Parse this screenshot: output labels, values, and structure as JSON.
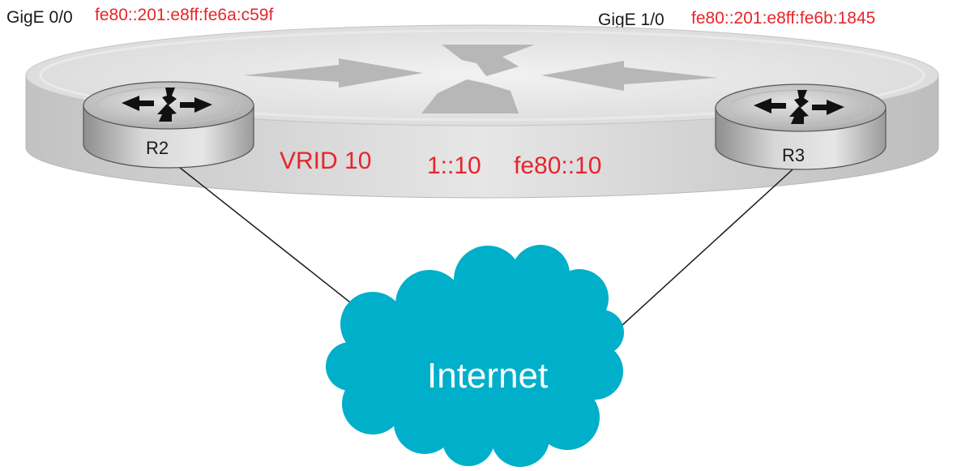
{
  "left_interface": {
    "name": "GigE 0/0",
    "address": "fe80::201:e8ff:fe6a:c59f"
  },
  "right_interface": {
    "name": "GigE 1/0",
    "address": "fe80::201:e8ff:fe6b:1845"
  },
  "virtual_router": {
    "vrid": "VRID 10",
    "global_address": "1::10",
    "link_local_address": "fe80::10"
  },
  "routers": {
    "left": "R2",
    "right": "R3"
  },
  "cloud": {
    "label": "Internet"
  },
  "colors": {
    "address_text": "#e8242b",
    "cloud": "#00afc9",
    "switch_body": "#d4d4d4"
  }
}
